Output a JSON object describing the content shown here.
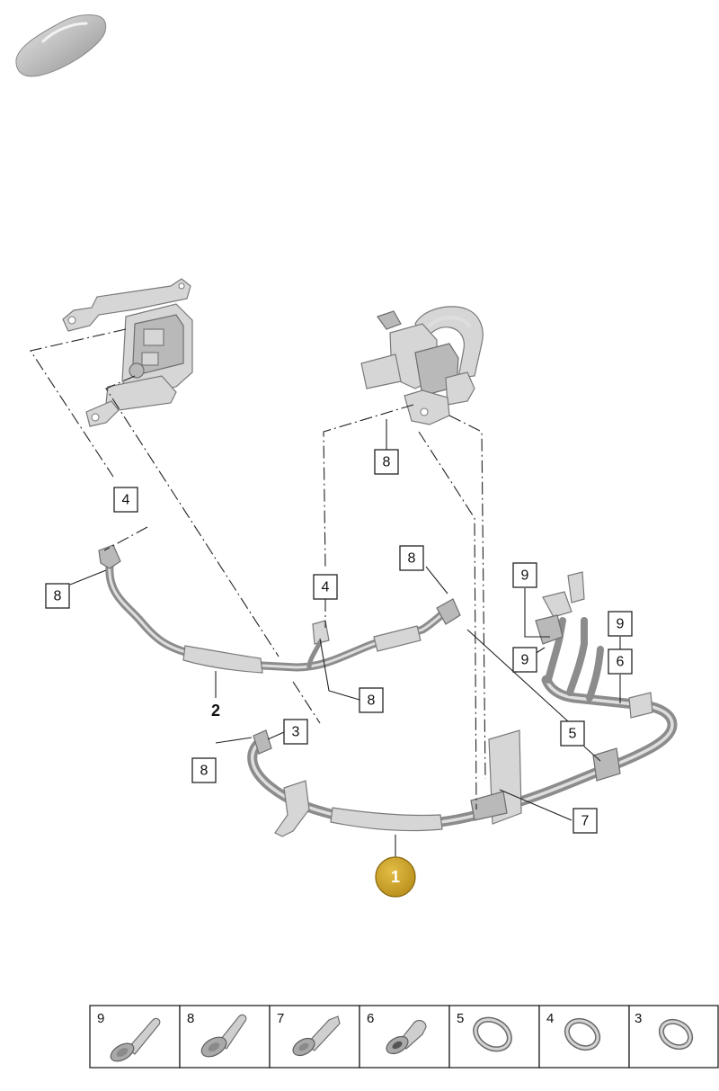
{
  "callouts": {
    "c8_top": "8",
    "c4_left": "4",
    "c8_left": "8",
    "c4_mid": "4",
    "c8_midright": "8",
    "c9_a": "9",
    "c9_b": "9",
    "c9_c": "9",
    "c6": "6",
    "c8_low": "8",
    "c3": "3",
    "c8_bottom": "8",
    "c5": "5",
    "c7": "7"
  },
  "part_labels": {
    "main_part": "1",
    "part_2": "2"
  },
  "legend": [
    {
      "num": "9",
      "icon": "long-flange-bolt-icon"
    },
    {
      "num": "8",
      "icon": "short-flange-bolt-icon"
    },
    {
      "num": "7",
      "icon": "stud-bolt-icon"
    },
    {
      "num": "6",
      "icon": "rivet-nut-icon"
    },
    {
      "num": "5",
      "icon": "o-ring-icon"
    },
    {
      "num": "4",
      "icon": "o-ring-icon"
    },
    {
      "num": "3",
      "icon": "o-ring-icon"
    }
  ],
  "colors": {
    "highlight_badge": "#c9a22a",
    "line": "#222222",
    "part_gray": "#bdbdbd"
  }
}
